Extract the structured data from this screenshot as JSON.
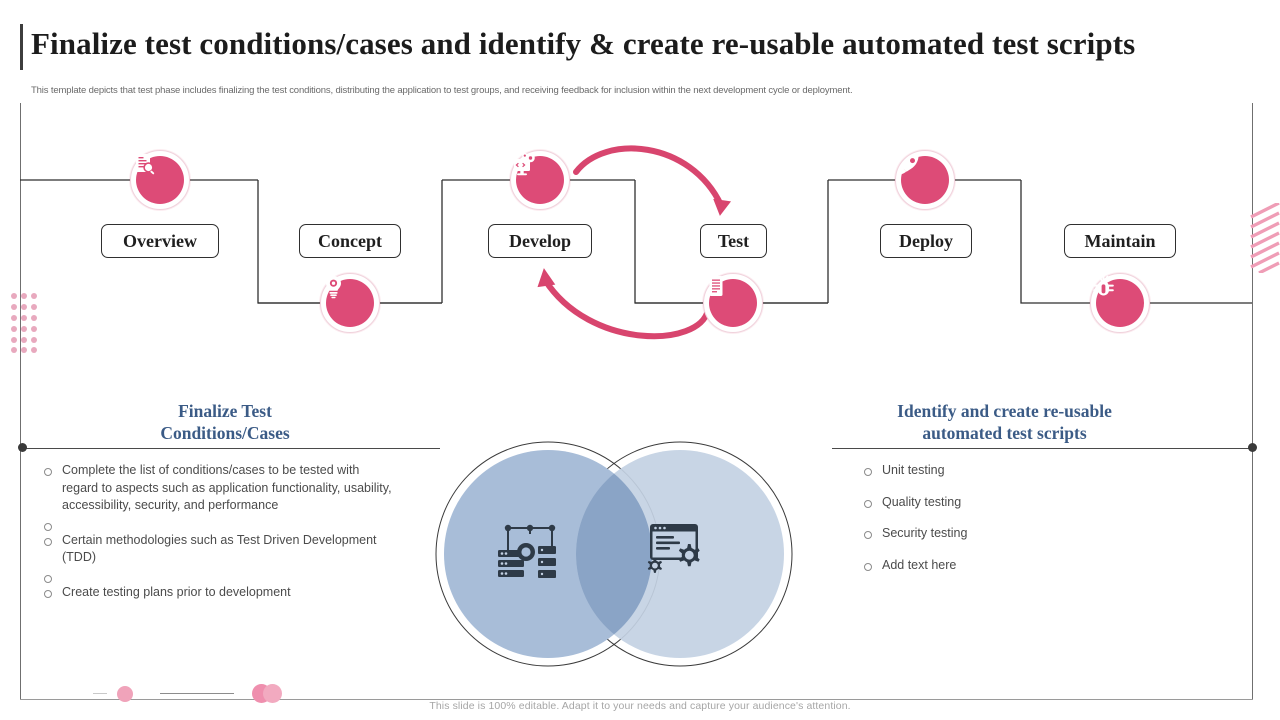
{
  "header": {
    "title": "Finalize test  conditions/cases and identify & create re-usable automated test scripts",
    "subtitle": "This template depicts that test phase includes finalizing the test conditions, distributing the application to test groups, and receiving feedback for inclusion within the next development cycle or deployment."
  },
  "flow": {
    "nodes": [
      {
        "label": "Overview",
        "icon": "document-search-icon"
      },
      {
        "label": "Concept",
        "icon": "lightbulb-gear-icon"
      },
      {
        "label": "Develop",
        "icon": "monitor-code-gear-icon"
      },
      {
        "label": "Test",
        "icon": "test-document-icon"
      },
      {
        "label": "Deploy",
        "icon": "rocket-icon"
      },
      {
        "label": "Maintain",
        "icon": "bug-gear-icon"
      }
    ],
    "accent_color": "#dd4b77",
    "line_color": "#2f2f2f"
  },
  "left_column": {
    "heading_line1": "Finalize Test",
    "heading_line2": "Conditions/Cases",
    "heading_color": "#3b5b86",
    "bullets": [
      "Complete the list of conditions/cases to be tested with regard to aspects such as application functionality, usability, accessibility, security, and performance",
      "",
      "Certain methodologies such as Test Driven Development (TDD)",
      "",
      "Create testing plans prior to development"
    ]
  },
  "right_column": {
    "heading_line1": "Identify and create re-usable",
    "heading_line2": "automated test scripts",
    "heading_color": "#3b5b86",
    "bullets": [
      "Unit testing",
      "Quality testing",
      "Security testing",
      "Add text here"
    ]
  },
  "venn": {
    "left_icon": "server-network-gear-icon",
    "right_icon": "browser-gears-icon",
    "left_fill": "#a8bdd8",
    "right_fill": "#c3d1e3",
    "overlap_fill": "#8aa4c6"
  },
  "footer": {
    "note": "This slide is 100% editable. Adapt it to your needs and capture your audience's attention."
  }
}
